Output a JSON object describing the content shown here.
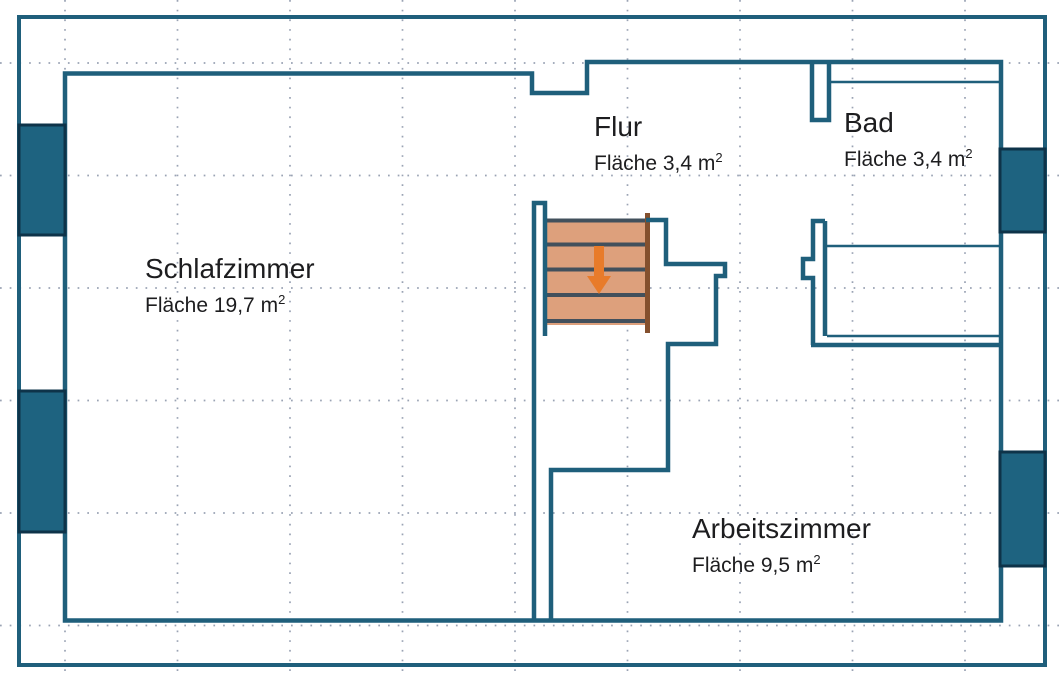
{
  "rooms": [
    {
      "id": "schlafzimmer",
      "name": "Schlafzimmer",
      "area_label": "Fläche 19,7 m",
      "area_sup": "2"
    },
    {
      "id": "flur",
      "name": "Flur",
      "area_label": "Fläche 3,4 m",
      "area_sup": "2"
    },
    {
      "id": "bad",
      "name": "Bad",
      "area_label": "Fläche 3,4 m",
      "area_sup": "2"
    },
    {
      "id": "arbeitszimmer",
      "name": "Arbeitszimmer",
      "area_label": "Fläche 9,5 m",
      "area_sup": "2"
    }
  ],
  "icons": {
    "stairs_direction": "down-arrow-icon"
  },
  "colors": {
    "wall_teal": "#1f5f7b",
    "window_fill": "#1e6380",
    "window_border": "#0e3349",
    "stair_fill": "#dda07c",
    "stair_step": "#42505c",
    "stair_edge_brown": "#84502e",
    "arrow_orange": "#e87b2a",
    "grid_dot": "#9aa3b4",
    "text": "#1d1d1f"
  }
}
